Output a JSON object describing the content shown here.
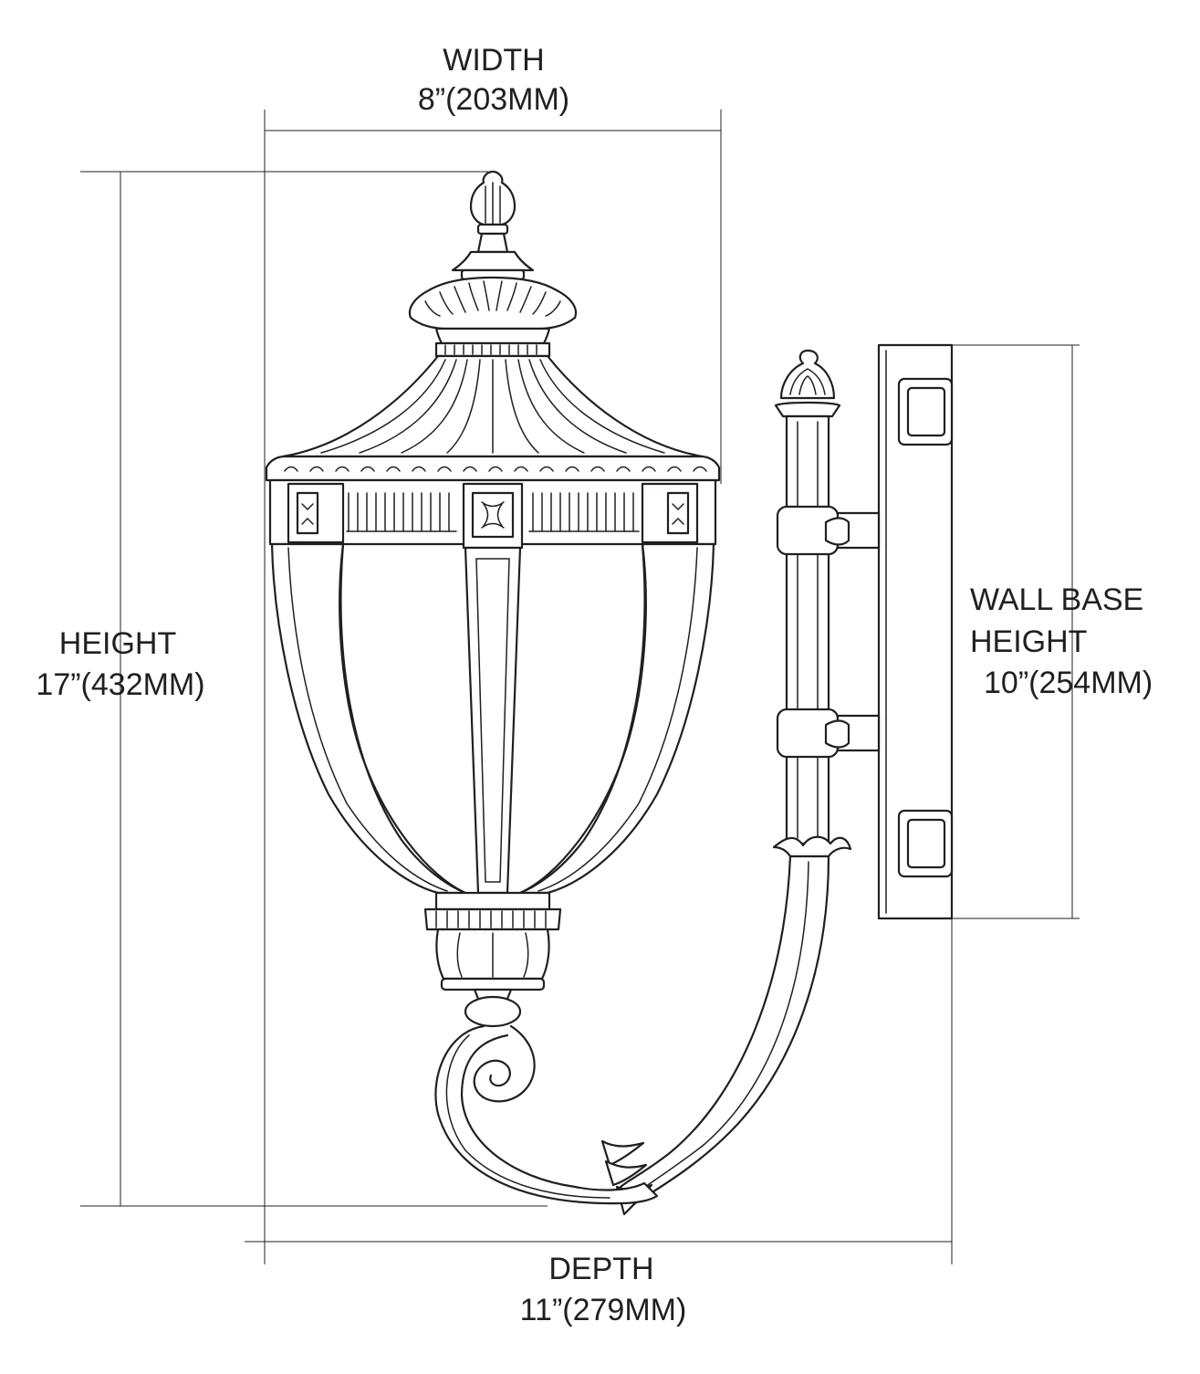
{
  "dimensions": {
    "width": {
      "label": "WIDTH",
      "value": "8”(203MM)"
    },
    "height": {
      "label": "HEIGHT",
      "value": "17”(432MM)"
    },
    "wall_base_height": {
      "label_line1": "WALL BASE",
      "label_line2": "HEIGHT",
      "value": "10”(254MM)"
    },
    "depth": {
      "label": "DEPTH",
      "value": "11”(279MM)"
    }
  },
  "colors": {
    "ink": "#231f20",
    "background": "#ffffff"
  }
}
